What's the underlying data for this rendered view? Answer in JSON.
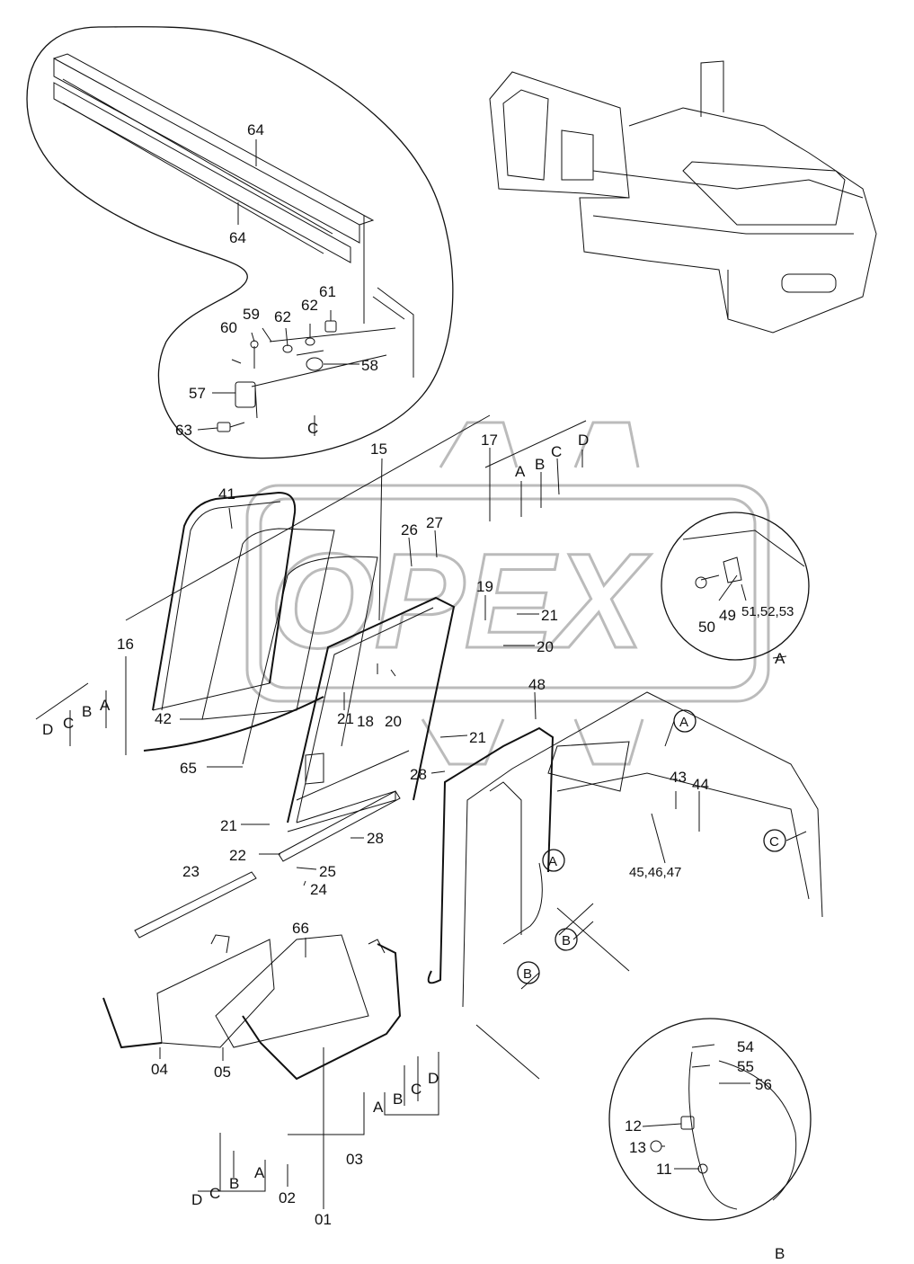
{
  "watermark": "OPEX",
  "callouts": [
    {
      "id": "c64a",
      "text": "64"
    },
    {
      "id": "c64b",
      "text": "64"
    },
    {
      "id": "c59",
      "text": "59"
    },
    {
      "id": "c60",
      "text": "60"
    },
    {
      "id": "c62a",
      "text": "62"
    },
    {
      "id": "c62b",
      "text": "62"
    },
    {
      "id": "c61",
      "text": "61"
    },
    {
      "id": "c58",
      "text": "58"
    },
    {
      "id": "c57",
      "text": "57"
    },
    {
      "id": "c63",
      "text": "63"
    },
    {
      "id": "cC1",
      "text": "C"
    },
    {
      "id": "c15",
      "text": "15"
    },
    {
      "id": "c17",
      "text": "17"
    },
    {
      "id": "cA1",
      "text": "A"
    },
    {
      "id": "cB1",
      "text": "B"
    },
    {
      "id": "cC2",
      "text": "C"
    },
    {
      "id": "cD1",
      "text": "D"
    },
    {
      "id": "c41",
      "text": "41"
    },
    {
      "id": "c26",
      "text": "26"
    },
    {
      "id": "c27",
      "text": "27"
    },
    {
      "id": "c19",
      "text": "19"
    },
    {
      "id": "c21a",
      "text": "21"
    },
    {
      "id": "c20a",
      "text": "20"
    },
    {
      "id": "c16",
      "text": "16"
    },
    {
      "id": "cD2",
      "text": "D"
    },
    {
      "id": "cC3",
      "text": "C"
    },
    {
      "id": "cB2",
      "text": "B"
    },
    {
      "id": "cA2",
      "text": "A"
    },
    {
      "id": "c42",
      "text": "42"
    },
    {
      "id": "c21b",
      "text": "21"
    },
    {
      "id": "c18",
      "text": "18"
    },
    {
      "id": "c20b",
      "text": "20"
    },
    {
      "id": "c65",
      "text": "65"
    },
    {
      "id": "c21c",
      "text": "21"
    },
    {
      "id": "c28a",
      "text": "28"
    },
    {
      "id": "c48",
      "text": "48"
    },
    {
      "id": "c51",
      "text": "51,52,53"
    },
    {
      "id": "c50",
      "text": "50"
    },
    {
      "id": "c49",
      "text": "49"
    },
    {
      "id": "cA3",
      "text": "A"
    },
    {
      "id": "c21d",
      "text": "21"
    },
    {
      "id": "c28b",
      "text": "28"
    },
    {
      "id": "c22",
      "text": "22"
    },
    {
      "id": "c23",
      "text": "23"
    },
    {
      "id": "c25",
      "text": "25"
    },
    {
      "id": "c24",
      "text": "24"
    },
    {
      "id": "cAf1",
      "text": "A"
    },
    {
      "id": "cAf2",
      "text": "A"
    },
    {
      "id": "c43",
      "text": "43"
    },
    {
      "id": "c44",
      "text": "44"
    },
    {
      "id": "cCf",
      "text": "C"
    },
    {
      "id": "c45",
      "text": "45,46,47"
    },
    {
      "id": "cBf1",
      "text": "B"
    },
    {
      "id": "cBf2",
      "text": "B"
    },
    {
      "id": "c66",
      "text": "66"
    },
    {
      "id": "c04",
      "text": "04"
    },
    {
      "id": "c05",
      "text": "05"
    },
    {
      "id": "c01",
      "text": "01"
    },
    {
      "id": "c03",
      "text": "03"
    },
    {
      "id": "cA4",
      "text": "A"
    },
    {
      "id": "cB3",
      "text": "B"
    },
    {
      "id": "cC4",
      "text": "C"
    },
    {
      "id": "cD3",
      "text": "D"
    },
    {
      "id": "c02",
      "text": "02"
    },
    {
      "id": "cD4",
      "text": "D"
    },
    {
      "id": "cC5",
      "text": "C"
    },
    {
      "id": "cB4",
      "text": "B"
    },
    {
      "id": "cA5",
      "text": "A"
    },
    {
      "id": "c54",
      "text": "54"
    },
    {
      "id": "c55",
      "text": "55"
    },
    {
      "id": "c56",
      "text": "56"
    },
    {
      "id": "c12",
      "text": "12"
    },
    {
      "id": "c13",
      "text": "13"
    },
    {
      "id": "c11",
      "text": "11"
    },
    {
      "id": "cB5",
      "text": "B"
    }
  ]
}
